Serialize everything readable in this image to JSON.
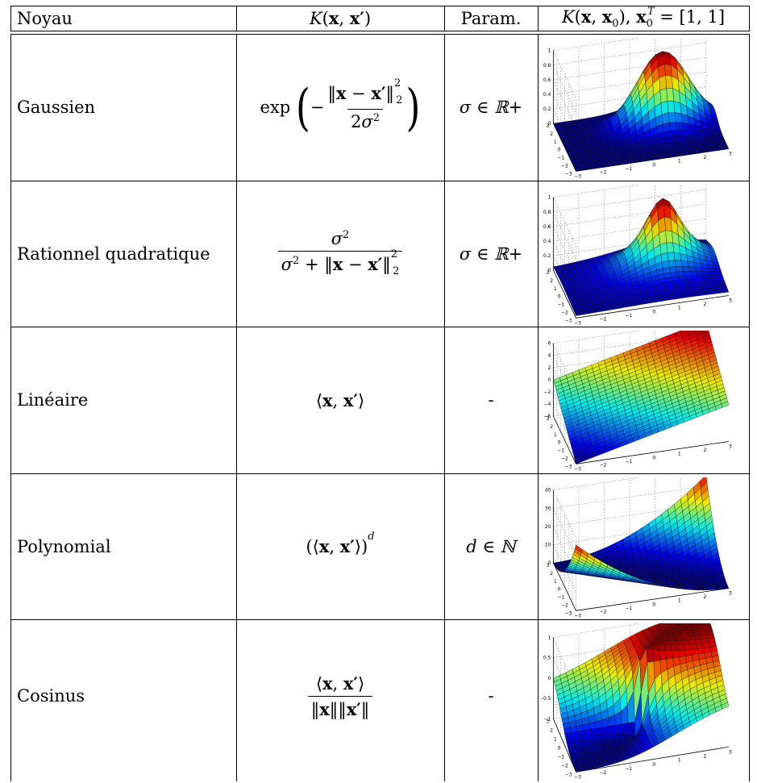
{
  "headers": {
    "kernel": "Noyau",
    "formula": "K(x, x′)",
    "param": "Param.",
    "plot": "K(x, x0), x0T = [1, 1]"
  },
  "rows": [
    {
      "name": "Gaussien",
      "param": "σ ∈ ℝ+",
      "ticks": {
        "z": [
          "1",
          "0.8",
          "0.6",
          "0.4",
          "0.2",
          "0"
        ],
        "y": [
          "3",
          "2",
          "1",
          "0",
          "−1",
          "−2",
          "−3"
        ],
        "x": [
          "−3",
          "−2",
          "−1",
          "0",
          "1",
          "2",
          "3"
        ]
      }
    },
    {
      "name": "Rationnel quadratique",
      "param": "σ ∈ ℝ+",
      "ticks": {
        "z": [
          "1",
          "0.8",
          "0.6",
          "0.4",
          "0.2",
          "0"
        ],
        "y": [
          "3",
          "2",
          "1",
          "0",
          "−1",
          "−2",
          "−3"
        ],
        "x": [
          "−3",
          "−2",
          "−1",
          "0",
          "1",
          "2",
          "3"
        ]
      }
    },
    {
      "name": "Linéaire",
      "param": "-",
      "ticks": {
        "z": [
          "6",
          "4",
          "2",
          "0",
          "−2",
          "−4",
          "−6"
        ],
        "y": [
          "3",
          "2",
          "1",
          "0",
          "−1",
          "−2",
          "−3"
        ],
        "x": [
          "−3",
          "−2",
          "−1",
          "0",
          "1",
          "2",
          "3"
        ]
      }
    },
    {
      "name": "Polynomial",
      "param": "d ∈ ℕ",
      "ticks": {
        "z": [
          "40",
          "30",
          "20",
          "10",
          "0"
        ],
        "y": [
          "3",
          "2",
          "1",
          "0",
          "−1",
          "−2",
          "−3"
        ],
        "x": [
          "−3",
          "−2",
          "−1",
          "0",
          "1",
          "2",
          "3"
        ]
      }
    },
    {
      "name": "Cosinus",
      "param": "-",
      "ticks": {
        "z": [
          "1",
          "0.5",
          "0",
          "−0.5",
          "−1"
        ],
        "y": [
          "3",
          "2",
          "1",
          "0",
          "−1",
          "−2",
          "−3"
        ],
        "x": [
          "−3",
          "−2",
          "−1",
          "0",
          "1",
          "2",
          "3"
        ]
      }
    }
  ],
  "colors": {
    "low": "#0a1f8a",
    "mid": "#22c6c0",
    "high": "#c81a0c"
  }
}
